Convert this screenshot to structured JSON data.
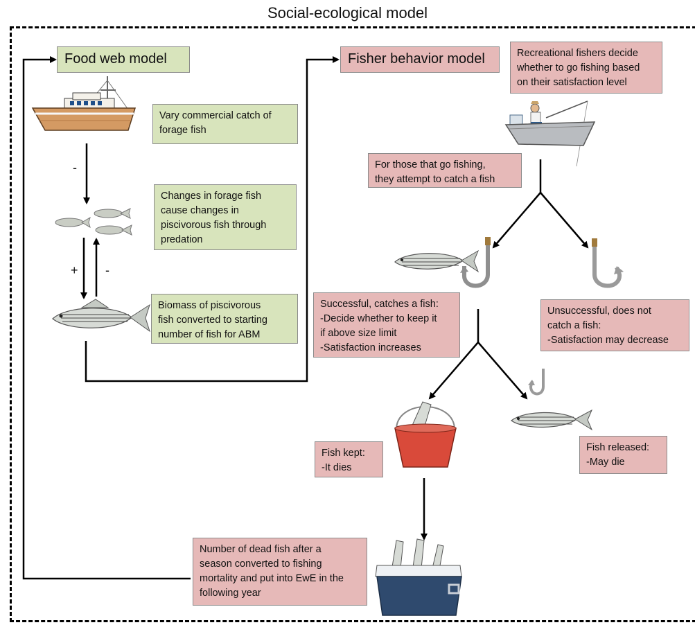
{
  "title": "Social-ecological model",
  "headers": {
    "food_web": "Food web model",
    "fisher": "Fisher behavior model"
  },
  "boxes": {
    "vary_catch": [
      "Vary commercial catch of",
      "forage fish"
    ],
    "forage_changes": [
      "Changes in forage fish",
      "cause changes in",
      "piscivorous fish through",
      "predation"
    ],
    "biomass": [
      "Biomass of piscivorous",
      "fish converted to starting",
      "number of fish for ABM"
    ],
    "recreational": [
      "Recreational fishers decide",
      "whether to go fishing based",
      "on their satisfaction level"
    ],
    "attempt": [
      "For those that go fishing,",
      "they attempt to catch a fish"
    ],
    "successful": [
      "Successful, catches a fish:",
      "-Decide whether to keep it",
      "if above size limit",
      "-Satisfaction increases"
    ],
    "unsuccessful": [
      "Unsuccessful, does not",
      "catch a fish:",
      "-Satisfaction may decrease"
    ],
    "kept": [
      "Fish kept:",
      "-It dies"
    ],
    "released": [
      "Fish released:",
      "-May die"
    ],
    "dead_fish": [
      "Number of dead fish after a",
      "season converted to fishing",
      "mortality and put into EwE in the",
      "following year"
    ]
  },
  "signs": {
    "minus_top": "-",
    "plus": "+",
    "minus_right": "-"
  },
  "colors": {
    "green_box": "#d8e4bc",
    "pink_box": "#e6b9b8",
    "bucket": "#d94a3a",
    "cooler": "#2f4a6e"
  },
  "icons": [
    "commercial-boat-icon",
    "forage-fish-school-icon",
    "striped-bass-icon",
    "recreational-boat-icon",
    "hook-icon",
    "bucket-icon",
    "cooler-icon"
  ]
}
